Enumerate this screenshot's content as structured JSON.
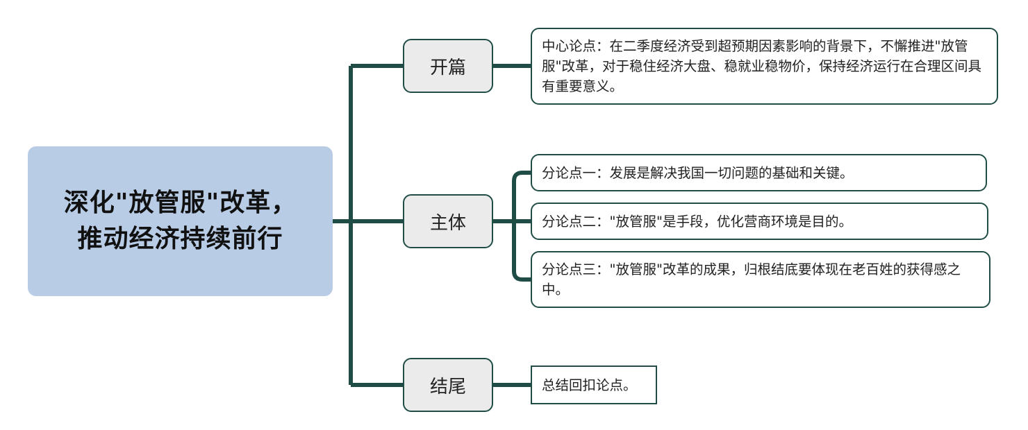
{
  "root": {
    "title": "深化\"放管服\"改革，推动经济持续前行"
  },
  "branches": [
    {
      "label": "开篇",
      "leaves": [
        "中心论点：在二季度经济受到超预期因素影响的背景下，不懈推进\"放管服\"改革，对于稳住经济大盘、稳就业稳物价，保持经济运行在合理区间具有重要意义。"
      ]
    },
    {
      "label": "主体",
      "leaves": [
        "分论点一：发展是解决我国一切问题的基础和关键。",
        "分论点二：\"放管服\"是手段，优化营商环境是目的。",
        "分论点三：\"放管服\"改革的成果，归根结底要体现在老百姓的获得感之中。"
      ]
    },
    {
      "label": "结尾",
      "leaves": [
        "总结回扣论点。"
      ]
    }
  ],
  "colors": {
    "root_fill": "#b9cce6",
    "branch_fill": "#ebebeb",
    "connector": "#1f4d46"
  }
}
